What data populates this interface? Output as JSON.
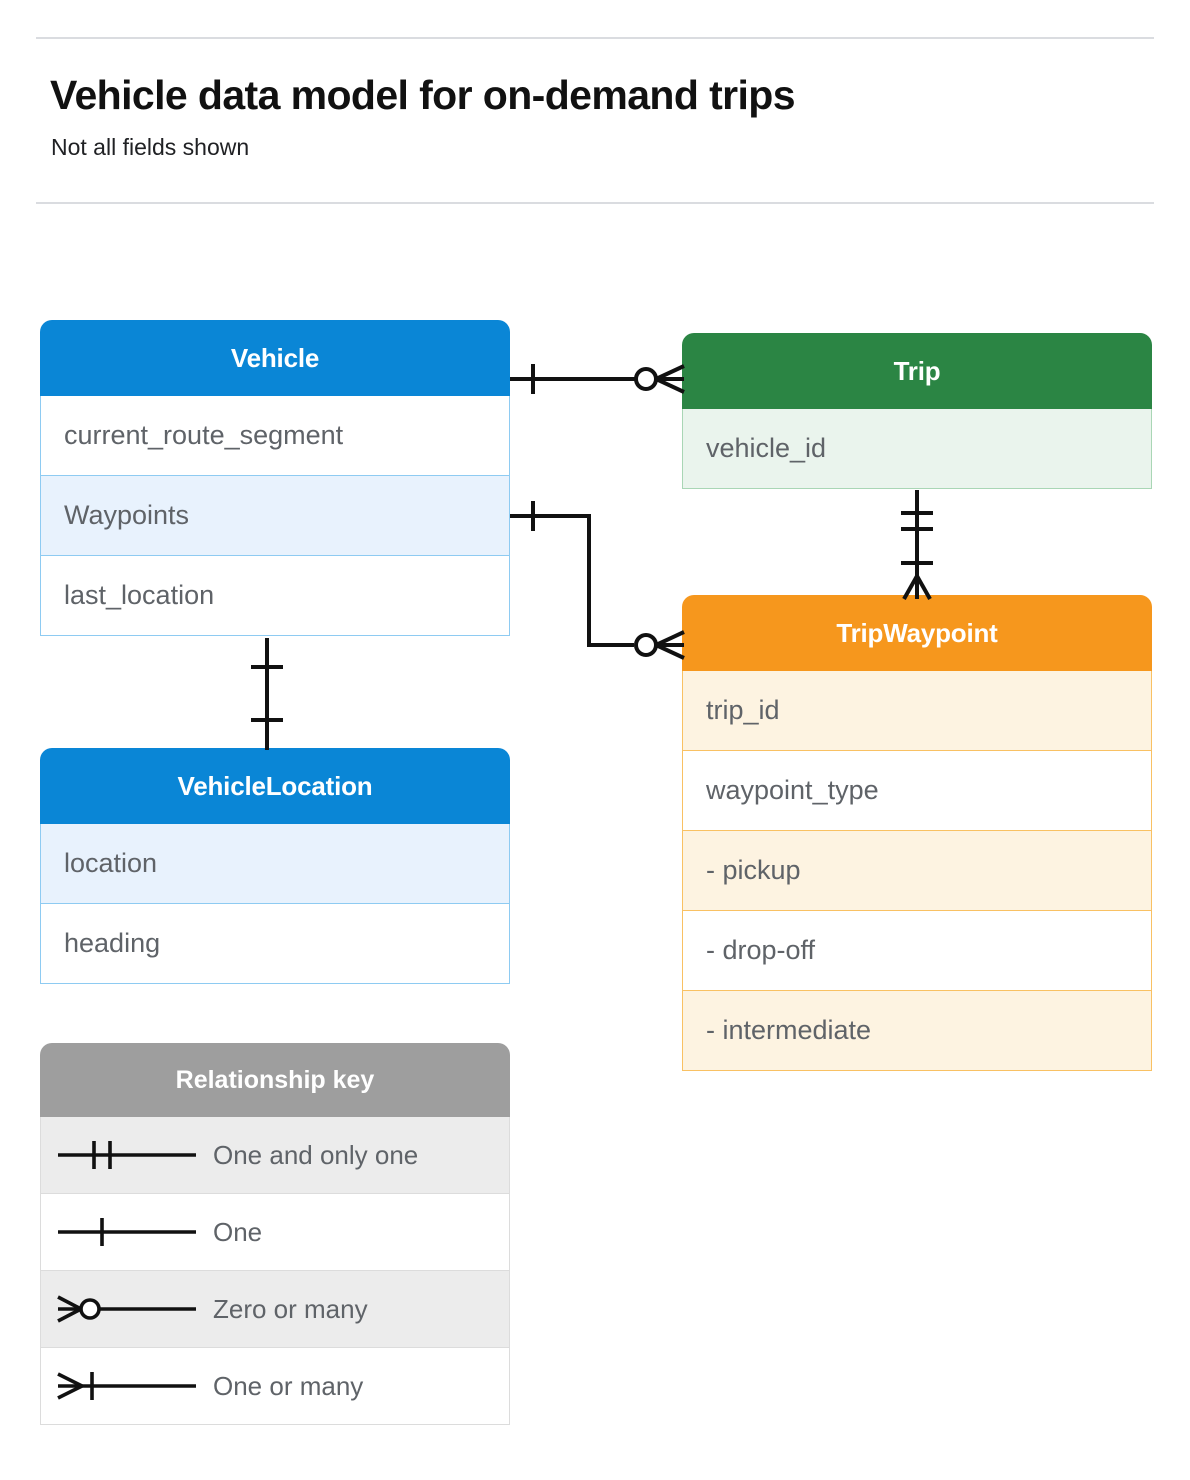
{
  "header": {
    "title": "Vehicle data model for on-demand trips",
    "subtitle": "Not all fields shown"
  },
  "colors": {
    "blue": "#0a86d6",
    "blue_row_alt": "#e8f2fd",
    "blue_border": "#8ecbf2",
    "green": "#2b8544",
    "green_row_alt": "#eaf4ed",
    "green_border": "#a9d6b5",
    "orange": "#f6971d",
    "orange_row_alt": "#fdf3e1",
    "orange_border": "#f9c163",
    "legend_header": "#9e9e9e",
    "text": "#5f6368",
    "rule": "#dadce0"
  },
  "entities": [
    {
      "id": "vehicle",
      "name": "Vehicle",
      "color": "blue",
      "fields": [
        "current_route_segment",
        "Waypoints",
        "last_location"
      ]
    },
    {
      "id": "vehicle_location",
      "name": "VehicleLocation",
      "color": "blue",
      "fields": [
        "location",
        "heading"
      ]
    },
    {
      "id": "trip",
      "name": "Trip",
      "color": "green",
      "fields": [
        "vehicle_id"
      ]
    },
    {
      "id": "tripwaypoint",
      "name": "TripWaypoint",
      "color": "orange",
      "fields": [
        "trip_id",
        "waypoint_type",
        "-  pickup",
        "-  drop-off",
        "-  intermediate"
      ]
    }
  ],
  "relationships": [
    {
      "from": "Vehicle",
      "to": "Trip",
      "from_cardinality": "One",
      "to_cardinality": "Zero or many",
      "route": "horizontal"
    },
    {
      "from": "Vehicle.Waypoints",
      "to": "TripWaypoint",
      "from_cardinality": "One",
      "to_cardinality": "Zero or many",
      "route": "elbow"
    },
    {
      "from": "Trip",
      "to": "TripWaypoint",
      "from_cardinality": "One and only one",
      "to_cardinality": "One or many",
      "route": "vertical"
    },
    {
      "from": "Vehicle",
      "to": "VehicleLocation",
      "from_cardinality": "One",
      "to_cardinality": "One",
      "route": "vertical"
    }
  ],
  "legend": {
    "title": "Relationship key",
    "rows": [
      {
        "symbol": "one-and-only-one-symbol",
        "label": "One and only one"
      },
      {
        "symbol": "one-symbol",
        "label": "One"
      },
      {
        "symbol": "zero-or-many-symbol",
        "label": "Zero or many"
      },
      {
        "symbol": "one-or-many-symbol",
        "label": "One or many"
      }
    ]
  }
}
